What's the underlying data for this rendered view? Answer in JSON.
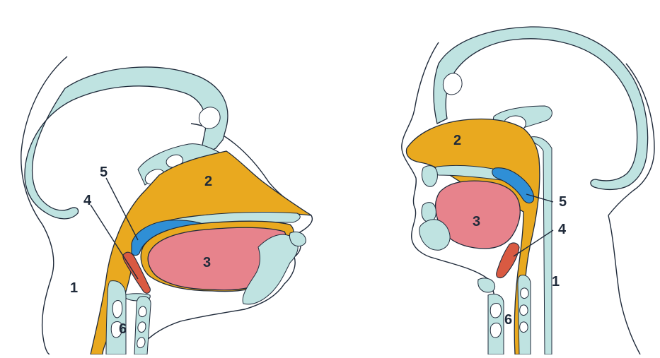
{
  "labels": {
    "left": {
      "l1": "1",
      "l2": "2",
      "l3": "3",
      "l4": "4",
      "l5": "5",
      "l6": "6"
    },
    "right": {
      "r1": "1",
      "r2": "2",
      "r3": "3",
      "r4": "4",
      "r5": "5",
      "r6": "6"
    }
  },
  "colors": {
    "bone": "#bfe3e1",
    "nasopharynx": "#e9a91f",
    "soft_palate": "#2f8fd6",
    "tongue": "#e7838c",
    "epiglottis": "#d95a42",
    "outline": "#1f2a3a"
  }
}
